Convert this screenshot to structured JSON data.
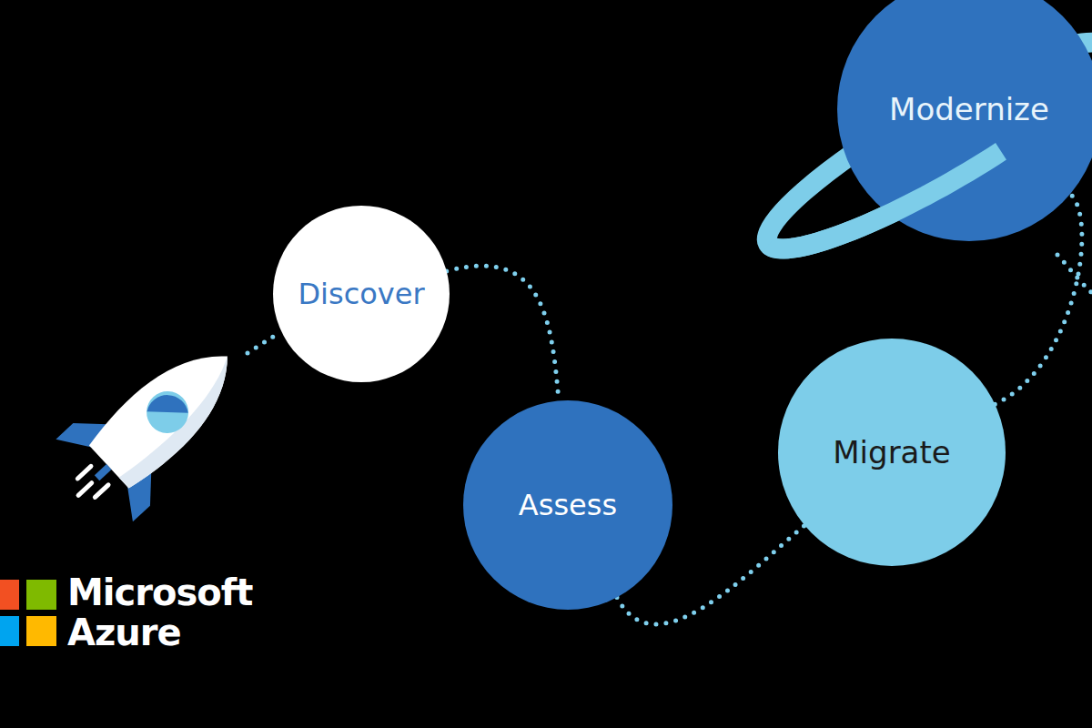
{
  "diagram": {
    "nodes": [
      {
        "text": [
          "Discover"
        ]
      },
      {
        "text": [
          "Assess"
        ]
      },
      {
        "text": [
          "Migrate"
        ]
      },
      {
        "text": [
          "Modernize"
        ]
      }
    ],
    "edges": [
      {
        "from": 0,
        "to": 1,
        "arrow": "none"
      },
      {
        "from": 1,
        "to": 2,
        "arrow": "none"
      },
      {
        "from": 2,
        "to": 3,
        "arrow": "none"
      }
    ],
    "labels": [
      "Microsoft",
      "Azure"
    ]
  }
}
